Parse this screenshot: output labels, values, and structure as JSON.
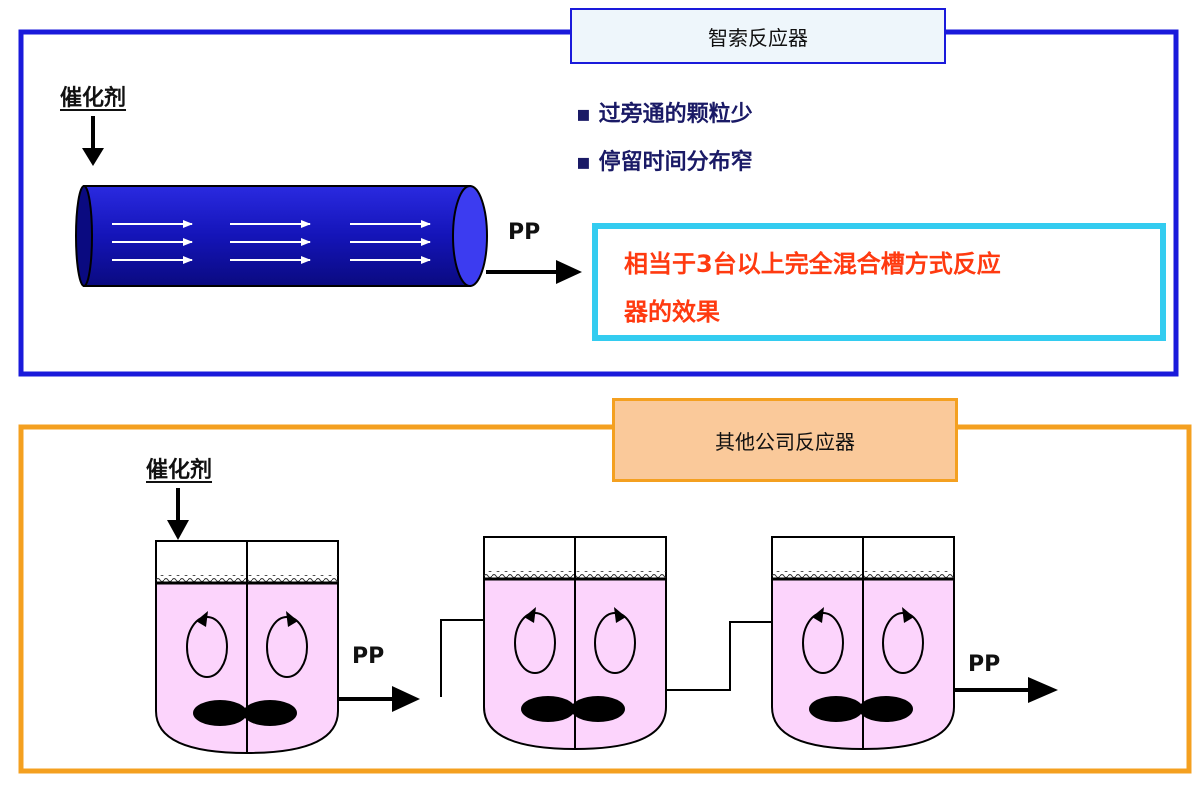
{
  "top_panel": {
    "title": "智索反应器",
    "catalyst_label": "催化剂",
    "bullets": [
      "▪ 过旁通的颗粒少",
      "▪ 停留时间分布窄"
    ],
    "product_label": "PP",
    "effect_lines": [
      "相当于3台以上完全混合槽方式反应",
      "器的效果"
    ],
    "border_color": "#1a1adb",
    "accent_color": "#33ccf0",
    "effect_text_color": "#ff3a10"
  },
  "bottom_panel": {
    "title": "其他公司反应器",
    "catalyst_label": "催化剂",
    "product_label_1": "PP",
    "product_label_2": "PP",
    "border_color": "#f4a020",
    "tank_fill_color": "#fcd4fc"
  }
}
